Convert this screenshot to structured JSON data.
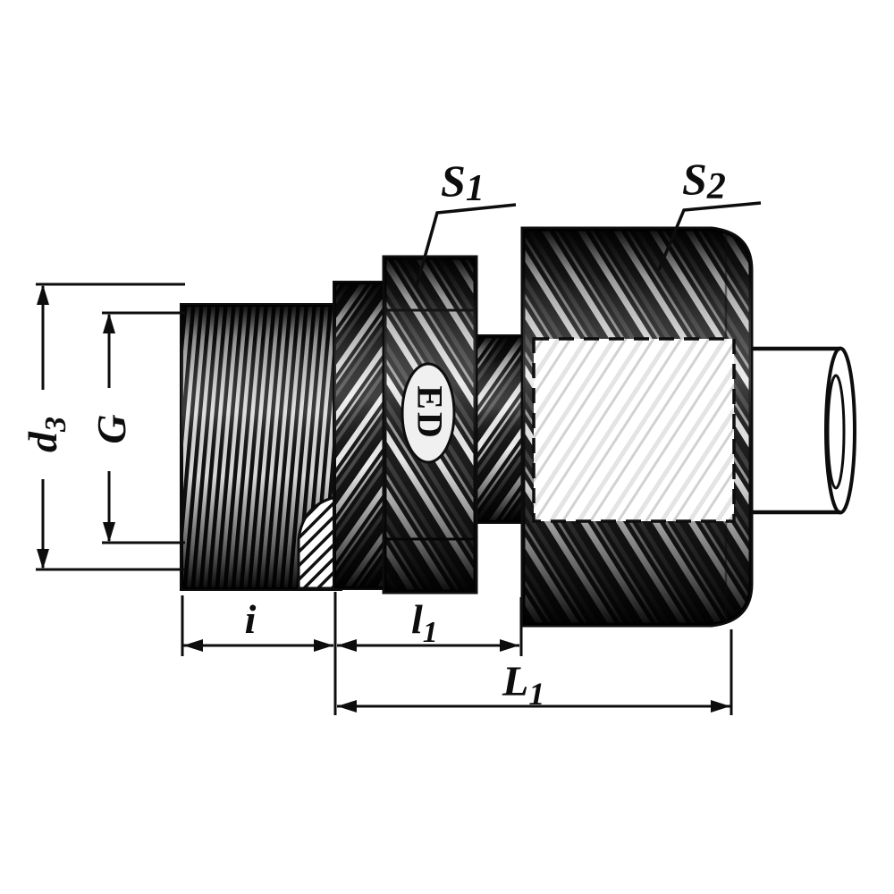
{
  "drawing": {
    "colors": {
      "ink": "#0d0d0d",
      "paper": "#ffffff"
    },
    "labels": {
      "wrench_s1": {
        "main": "S",
        "sub": "1"
      },
      "wrench_s2": {
        "main": "S",
        "sub": "2"
      },
      "dim_d3": {
        "main": "d",
        "sub": "3"
      },
      "dim_G": {
        "main": "G",
        "sub": ""
      },
      "dim_i": {
        "main": "i",
        "sub": ""
      },
      "dim_l1": {
        "main": "l",
        "sub": "1"
      },
      "dim_L1": {
        "main": "L",
        "sub": "1"
      },
      "ed_mark": "ED"
    }
  }
}
